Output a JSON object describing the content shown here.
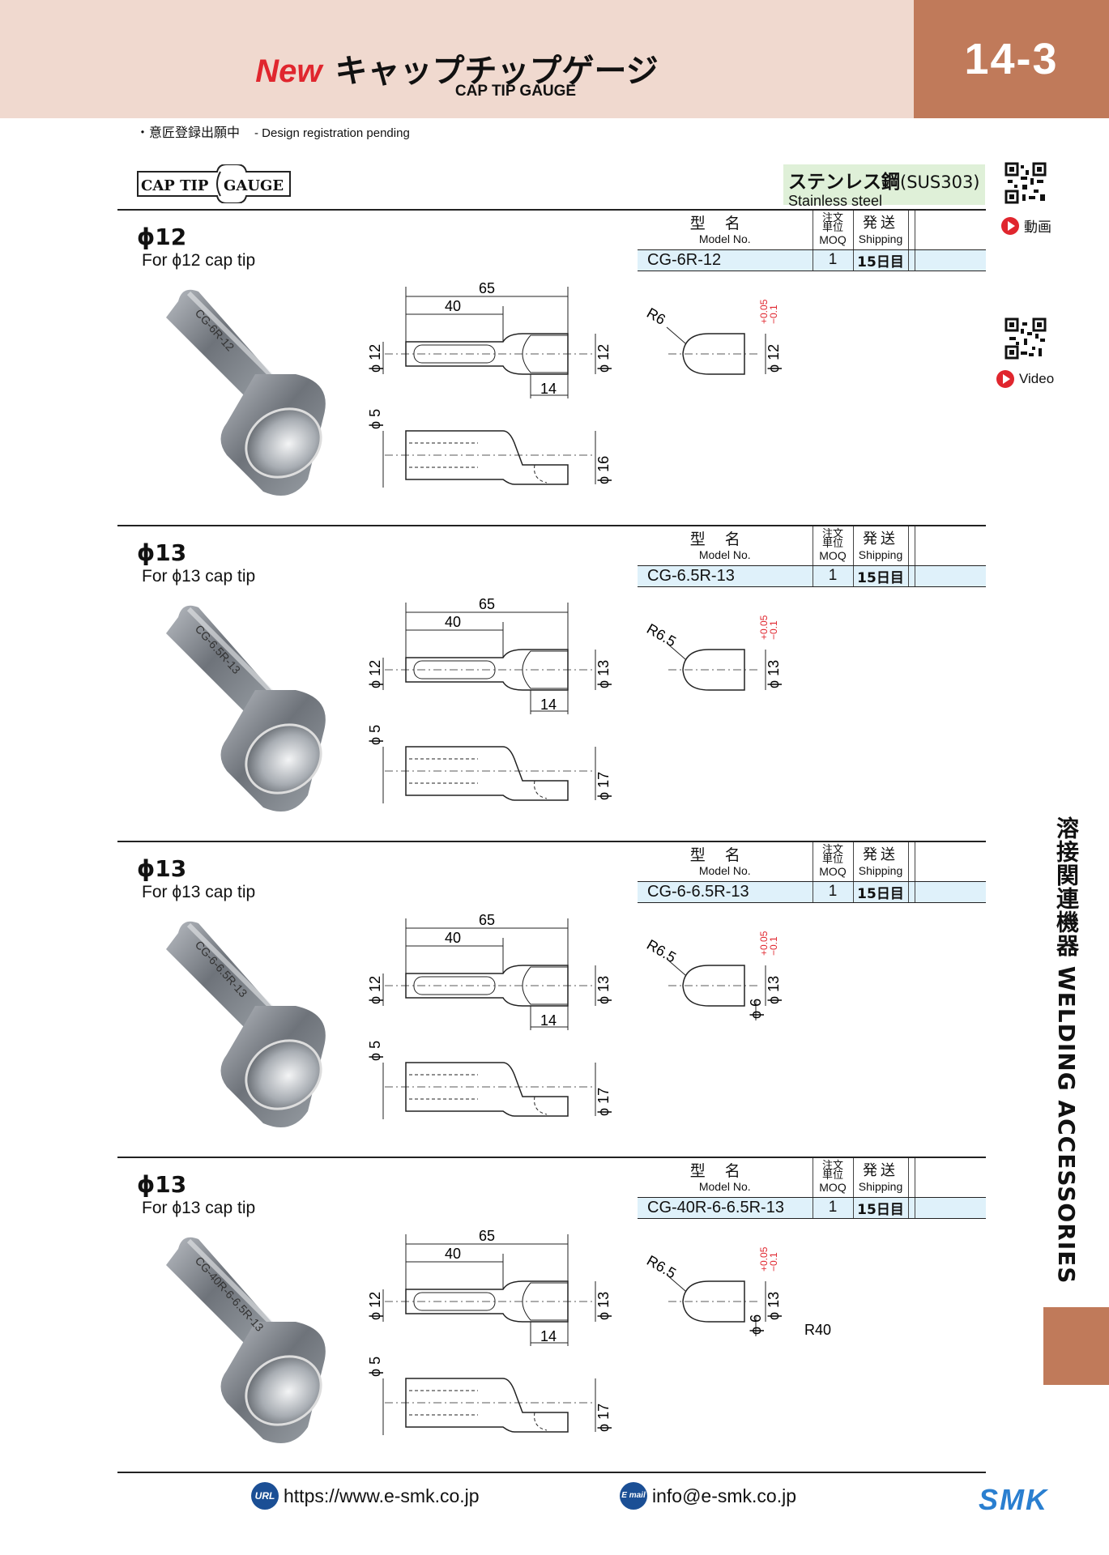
{
  "header": {
    "new_label": "New",
    "title_jp": "キャップチップゲージ",
    "title_en": "CAP TIP GAUGE",
    "page_number": "14-3"
  },
  "note": {
    "jp": "・意匠登録出願中",
    "en": "- Design registration pending"
  },
  "logo": {
    "left": "CAP TIP",
    "right": "GAUGE"
  },
  "material": {
    "jp": "ステンレス鋼",
    "code": "(SUS303)",
    "en": "Stainless steel"
  },
  "side": {
    "movie_label": "動画",
    "video_label": "Video",
    "vertical_label": "溶接関連機器 WELDING ACCESSORIES"
  },
  "table_headers": {
    "model_jp": "型名",
    "model_en": "Model No.",
    "moq_jp_1": "注文",
    "moq_jp_2": "単位",
    "moq_en": "MOQ",
    "ship_jp": "発送",
    "ship_en": "Shipping"
  },
  "sections": [
    {
      "title": "ϕ12",
      "subtitle": "For ϕ12 cap tip",
      "model": "CG-6R-12",
      "moq": "1",
      "shipping": "15日目",
      "engraving": "CG-6R-12",
      "dims": {
        "total": "65",
        "shaft": "40",
        "slot": "14",
        "dia_left": "ϕ 12",
        "dia_right": "ϕ 12",
        "tip_dia": "ϕ 12",
        "radius": "R6",
        "thickness": "ϕ 5",
        "height": "ϕ 16",
        "tol_plus": "+0.05",
        "tol_minus": "−0.1",
        "inner": "",
        "extra": ""
      }
    },
    {
      "title": "ϕ13",
      "subtitle": "For ϕ13 cap tip",
      "model": "CG-6.5R-13",
      "moq": "1",
      "shipping": "15日目",
      "engraving": "CG-6.5R-13",
      "dims": {
        "total": "65",
        "shaft": "40",
        "slot": "14",
        "dia_left": "ϕ 12",
        "dia_right": "ϕ 13",
        "tip_dia": "ϕ 13",
        "radius": "R6.5",
        "thickness": "ϕ 5",
        "height": "ϕ 17",
        "tol_plus": "+0.05",
        "tol_minus": "−0.1",
        "inner": "",
        "extra": ""
      }
    },
    {
      "title": "ϕ13",
      "subtitle": "For ϕ13 cap tip",
      "model": "CG-6-6.5R-13",
      "moq": "1",
      "shipping": "15日目",
      "engraving": "CG-6-6.5R-13",
      "dims": {
        "total": "65",
        "shaft": "40",
        "slot": "14",
        "dia_left": "ϕ 12",
        "dia_right": "ϕ 13",
        "tip_dia": "ϕ 13",
        "radius": "R6.5",
        "thickness": "ϕ 5",
        "height": "ϕ 17",
        "tol_plus": "+0.05",
        "tol_minus": "−0.1",
        "inner": "ϕ 6",
        "extra": ""
      }
    },
    {
      "title": "ϕ13",
      "subtitle": "For ϕ13 cap tip",
      "model": "CG-40R-6-6.5R-13",
      "moq": "1",
      "shipping": "15日目",
      "engraving": "CG-40R-6-6.5R-13",
      "dims": {
        "total": "65",
        "shaft": "40",
        "slot": "14",
        "dia_left": "ϕ 12",
        "dia_right": "ϕ 13",
        "tip_dia": "ϕ 13",
        "radius": "R6.5",
        "thickness": "ϕ 5",
        "height": "ϕ 17",
        "tol_plus": "+0.05",
        "tol_minus": "−0.1",
        "inner": "ϕ 6",
        "extra": "R40"
      }
    }
  ],
  "footer": {
    "url_badge": "URL",
    "url": "https://www.e-smk.co.jp",
    "mail_badge": "E mail",
    "email": "info@e-smk.co.jp",
    "brand": "SMK"
  }
}
